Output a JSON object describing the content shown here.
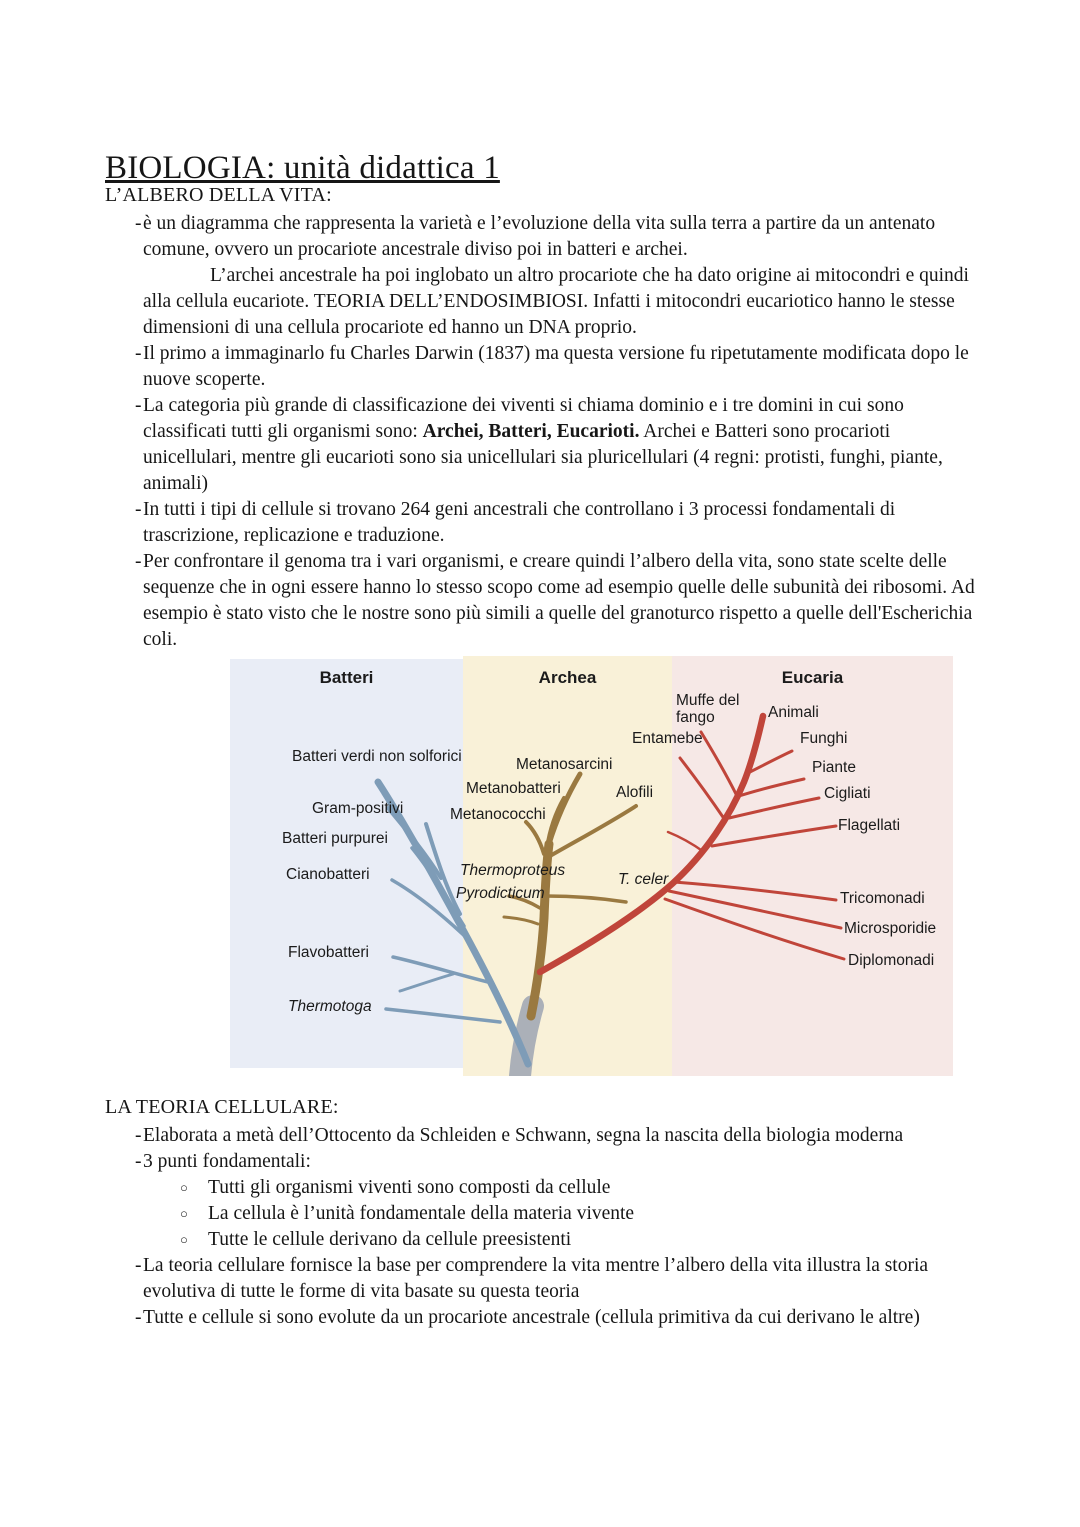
{
  "markers": {
    "dash": "-",
    "circle": "○"
  },
  "document": {
    "title": "BIOLOGIA: unità didattica 1",
    "section1": {
      "heading": "L’ALBERO DELLA VITA:",
      "item1a": "è un diagramma che rappresenta la varietà e l’evoluzione della vita sulla terra a partire da un antenato comune, ovvero un procariote ancestrale diviso poi in batteri e archei.",
      "item1b": "L’archei ancestrale ha poi inglobato un altro procariote che ha dato origine ai mitocondri e quindi alla cellula eucariote. TEORIA DELL’ENDOSIMBIOSI. Infatti i mitocondri eucariotico hanno le stesse dimensioni di una cellula procariote ed hanno un DNA proprio.",
      "item2": "Il primo a immaginarlo fu Charles Darwin (1837) ma questa versione fu ripetutamente modificata dopo le nuove scoperte.",
      "item3_pre": "La categoria più grande di classificazione dei viventi si chiama dominio e i tre domini in cui sono classificati tutti gli organismi sono: ",
      "item3_bold": "Archei, Batteri, Eucarioti.",
      "item3_post": " Archei e Batteri sono procarioti unicellulari, mentre gli eucarioti sono sia unicellulari sia pluricellulari (4 regni: protisti, funghi, piante, animali)",
      "item4": "In tutti i tipi di cellule si trovano 264 geni ancestrali che controllano i 3 processi fondamentali di trascrizione, replicazione e traduzione.",
      "item5": "Per confrontare il genoma tra i vari organismi, e creare quindi l’albero della vita, sono state scelte delle sequenze che in ogni essere hanno lo stesso scopo come ad esempio quelle delle subunità dei ribosomi. Ad esempio è stato visto che le nostre sono più simili a quelle del granoturco rispetto a quelle dell'Escherichia coli."
    },
    "section2": {
      "heading": "LA TEORIA CELLULARE:",
      "item1": "Elaborata a metà dell’Ottocento da Schleiden e Schwann, segna la nascita della biologia moderna",
      "item2": "3 punti fondamentali:",
      "sub1": "Tutti gli organismi viventi sono composti da cellule",
      "sub2": "La cellula è l’unità fondamentale della materia vivente",
      "sub3": "Tutte le cellule derivano da cellule preesistenti",
      "item3": "La teoria cellulare fornisce la base per comprendere la vita mentre l’albero della vita illustra la storia evolutiva di tutte le forme di vita basate su questa teoria",
      "item4": "Tutte e cellule si sono evolute da un procariote ancestrale (cellula primitiva da cui derivano le altre)"
    }
  },
  "tree_figure": {
    "domains": {
      "bacteria": "Batteri",
      "archaea": "Archea",
      "eukarya": "Eucaria"
    },
    "bacteria_taxa": [
      "Batteri verdi non solforici",
      "Gram-positivi",
      "Batteri purpurei",
      "Cianobatteri",
      "Flavobatteri",
      "Thermotoga"
    ],
    "archaea_taxa": [
      "Metanosarcini",
      "Metanobatteri",
      "Alofili",
      "Metanococchi",
      "Thermoproteus",
      "Pyrodicticum",
      "T. celer"
    ],
    "eukarya_taxa": [
      "Muffe del fango",
      "Animali",
      "Entamebe",
      "Funghi",
      "Piante",
      "Cigliati",
      "Flagellati",
      "Tricomonadi",
      "Microsporidie",
      "Diplomonadi"
    ],
    "colors": {
      "bacteria_bg": "#e9edf6",
      "archaea_bg": "#f9f1d8",
      "eukarya_bg": "#f6e8e6",
      "bacteria_branch": "#7e9cb7",
      "archaea_branch": "#9a7940",
      "eukarya_branch": "#c0453a",
      "trunk": "#abb0b8"
    }
  }
}
